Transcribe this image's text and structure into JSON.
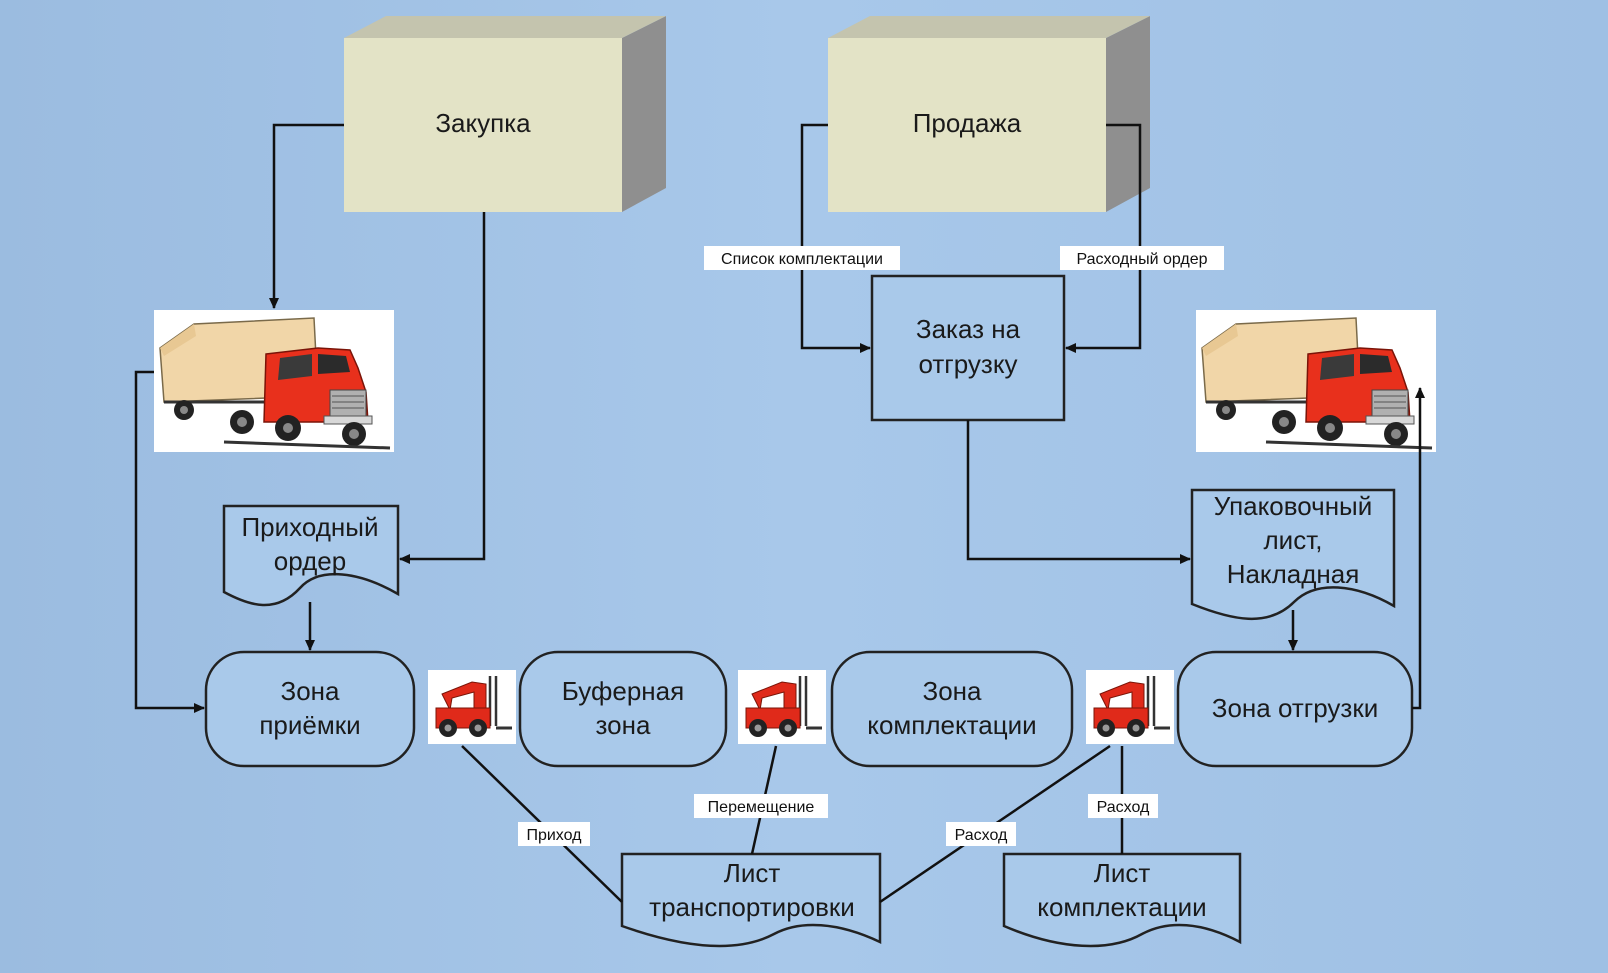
{
  "nodes": {
    "purchase": "Закупка",
    "sale": "Продажа",
    "shipment_order": [
      "Заказ на",
      "отгрузку"
    ],
    "receipt_order": [
      "Приходный",
      "ордер"
    ],
    "packing_list": [
      "Упаковочный",
      "лист,",
      "Накладная"
    ],
    "receiving_zone": [
      "Зона",
      "приёмки"
    ],
    "buffer_zone": [
      "Буферная",
      "зона"
    ],
    "picking_zone": [
      "Зона",
      "комплектации"
    ],
    "shipping_zone": "Зона отгрузки",
    "transport_sheet": [
      "Лист",
      "транспортировки"
    ],
    "picking_sheet": [
      "Лист",
      "комплектации"
    ]
  },
  "edge_labels": {
    "picking_list": "Список комплектации",
    "expense_order": "Расходный ордер",
    "arrival": "Приход",
    "movement": "Перемещение",
    "expense_left": "Расход",
    "expense_right": "Расход"
  },
  "icons": [
    "truck-icon",
    "forklift-icon"
  ],
  "colors": {
    "background": "#a6c6ea",
    "cube_face": "#e3e3c6",
    "cube_side": "#8f8f8f",
    "forklift": "#e02a1a",
    "truck_cab": "#e8301c",
    "truck_body": "#f1d6a8"
  }
}
